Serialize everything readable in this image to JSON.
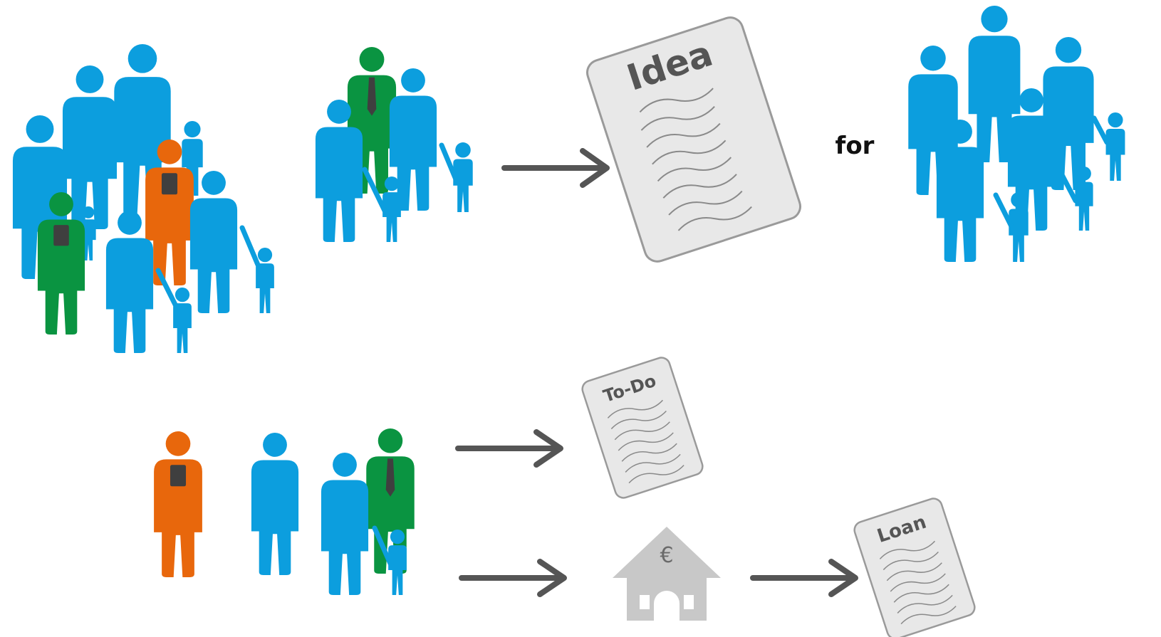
{
  "colors": {
    "blue": "#0c9ede",
    "green": "#0a9441",
    "orange": "#e8670c",
    "dark": "#3f3f3f",
    "arrow": "#555555",
    "paper_fill": "#e8e8e8",
    "paper_stroke": "#9a9a9a",
    "house": "#c8c8c8"
  },
  "icons": [
    "person-icon",
    "tablet-icon",
    "tie-icon",
    "document-icon",
    "arrow-icon",
    "house-icon"
  ],
  "documents": {
    "idea": "Idea",
    "todo": "To-Do",
    "loan": "Loan"
  },
  "labels": {
    "for": "for",
    "currency": "€"
  }
}
